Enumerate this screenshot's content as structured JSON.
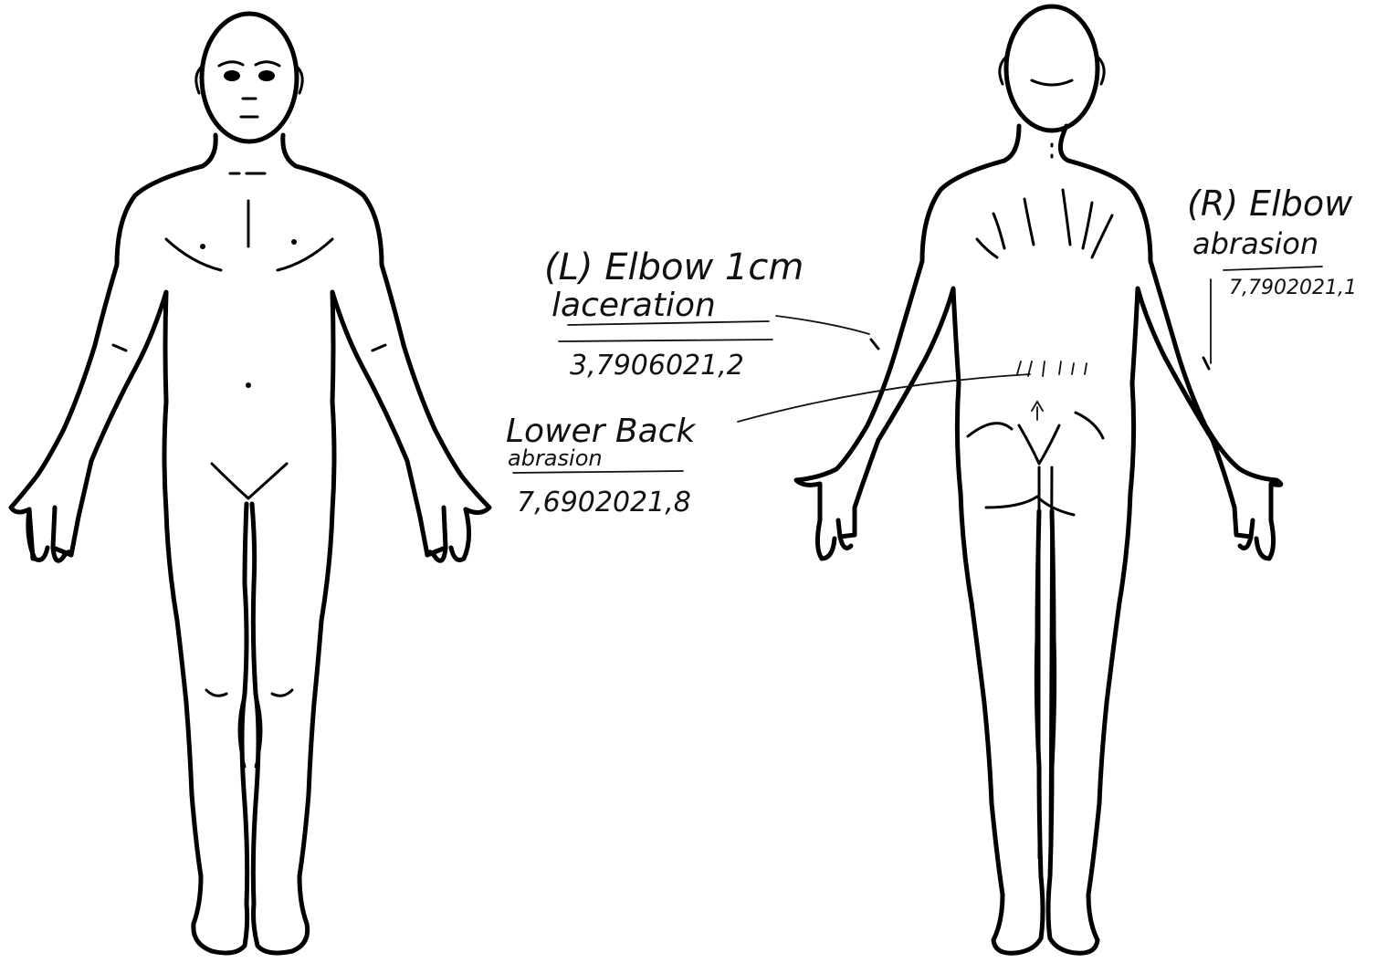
{
  "figure": {
    "background": "#ffffff",
    "line_color": "#000000",
    "views": [
      "front-view",
      "back-view"
    ]
  },
  "annotations": {
    "left_elbow": {
      "line1": "(L) Elbow 1cm",
      "line2": "laceration",
      "line3": "3,7906021,2"
    },
    "lower_back": {
      "line1": "Lower Back",
      "line2": "abrasion",
      "line3": "7,6902021,8"
    },
    "right_elbow": {
      "line1": "(R) Elbow",
      "line2": "abrasion",
      "line3": "7,7902021,1"
    }
  }
}
